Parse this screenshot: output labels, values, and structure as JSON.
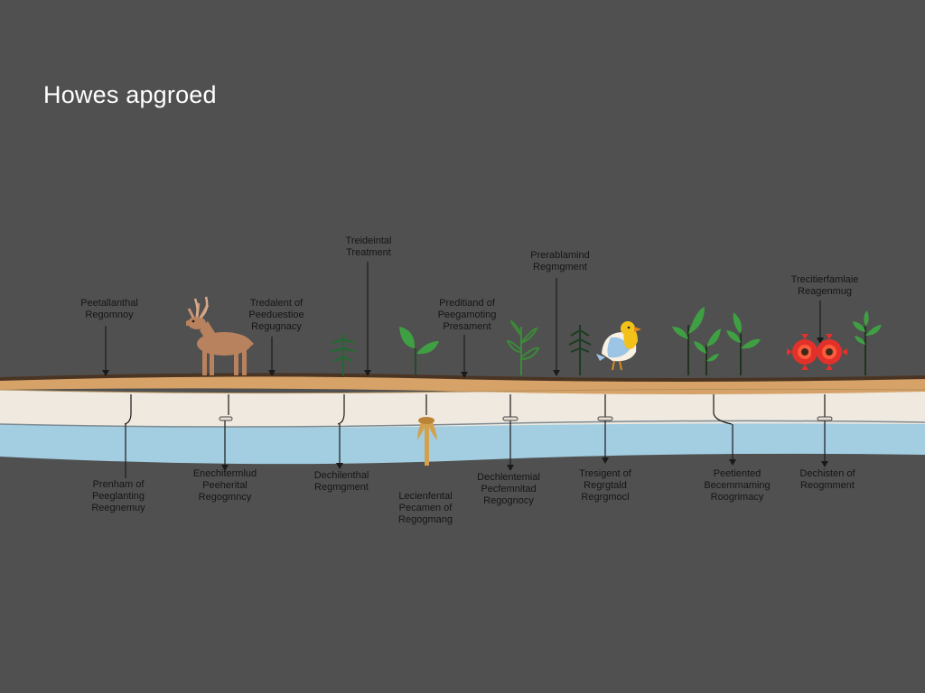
{
  "title": "Howes apgroed",
  "labels_above": [
    "Peetallanthal\nRegomnoy",
    "Tredalent of\nPeeduestioe\nRegugnacy",
    "Treideintal\nTreatment",
    "Preditiand of\nPeegamoting\nPresament",
    "Prerablamind\nRegmgment",
    "Trecitierfamlaie\nReagenmug"
  ],
  "labels_below": [
    "Prenham of\nPeeglanting\nReegnemuy",
    "Enechitermlud\nPeeherital\nRegogmncy",
    "Dechilenthal\nRegmgment",
    "Lecienfental\nPecamen of\nRegogmang",
    "Dechlentemial\nPecfemnitad\nRegognocy",
    "Tresigent of\nRegrgtald\nRegrgmocl",
    "Peetiented\nBecemmaming\nRoogrimacy",
    "Dechisten of\nReogmment"
  ],
  "colors": {
    "background": "#505050",
    "soil": "#d6a267",
    "sand": "#efe9df",
    "water": "#a3cde0",
    "leaf": "#3a9b3f",
    "flower": "#e2312b"
  },
  "icons": [
    "deer-icon",
    "bird-icon",
    "plant-icon",
    "flower-icon",
    "root-icon"
  ]
}
